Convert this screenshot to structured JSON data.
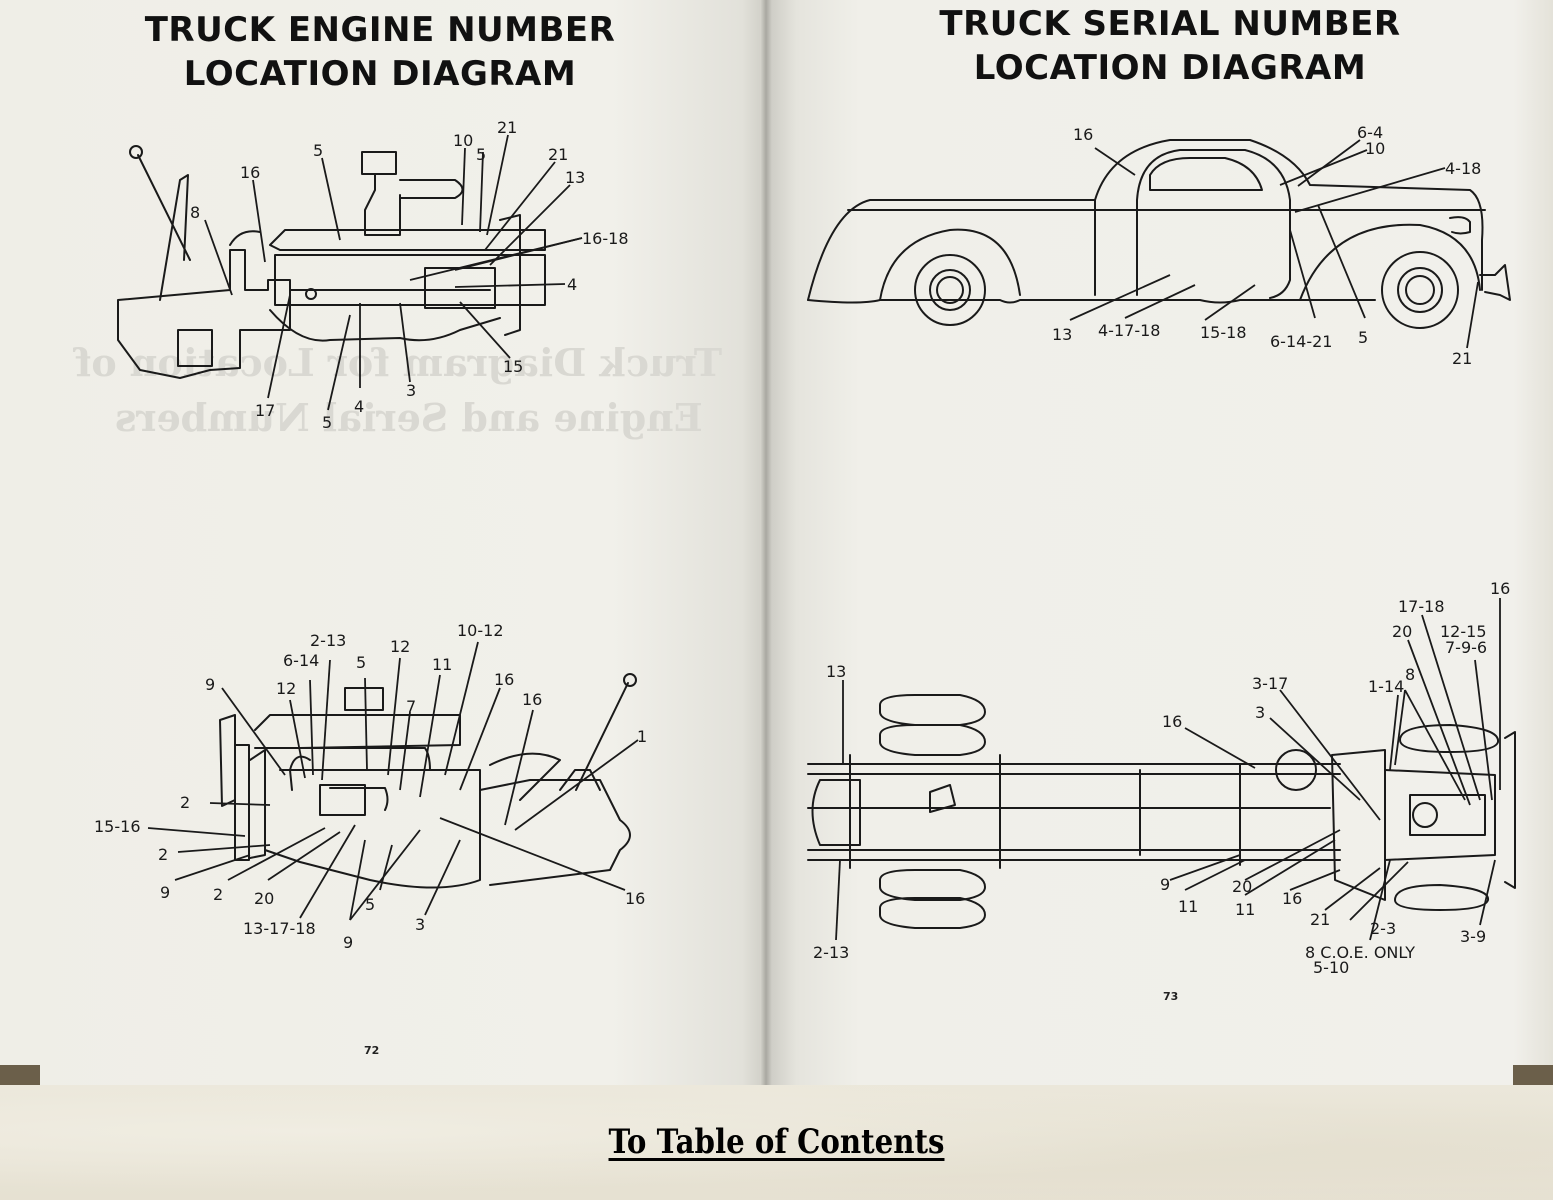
{
  "left_page": {
    "title_lines": [
      "TRUCK ENGINE NUMBER",
      "LOCATION DIAGRAM"
    ],
    "ghost_text_lines": [
      "Truck Diagram for Location of",
      "Engine and Serial Numbers"
    ],
    "page_number": "72",
    "top_engine_diagram": {
      "labels": [
        "5",
        "16",
        "8",
        "10",
        "5",
        "21",
        "21",
        "13",
        "16-18",
        "4",
        "15",
        "3",
        "4",
        "5",
        "17"
      ]
    },
    "bottom_engine_diagram": {
      "labels": [
        "2-13",
        "12",
        "10-12",
        "6-14",
        "5",
        "11",
        "9",
        "12",
        "16",
        "7",
        "16",
        "1",
        "2",
        "15-16",
        "2",
        "9",
        "2",
        "20",
        "13-17-18",
        "9",
        "5",
        "3",
        "16"
      ]
    }
  },
  "right_page": {
    "title_lines": [
      "TRUCK SERIAL NUMBER",
      "LOCATION DIAGRAM"
    ],
    "page_number": "73",
    "truck_side_diagram": {
      "labels": [
        "16",
        "6-4",
        "10",
        "4-18",
        "13",
        "4-17-18",
        "15-18",
        "6-14-21",
        "5",
        "21"
      ]
    },
    "chassis_top_diagram": {
      "labels": [
        "16",
        "17-18",
        "20",
        "12-15",
        "7-9-6",
        "13",
        "3-17",
        "1-14",
        "8",
        "16",
        "3",
        "9",
        "11",
        "20",
        "11",
        "16",
        "21",
        "2-3",
        "3-9",
        "2-13",
        "8 C.O.E. ONLY",
        "5-10"
      ]
    }
  },
  "footer": {
    "toc_link_label": "To Table of Contents"
  }
}
